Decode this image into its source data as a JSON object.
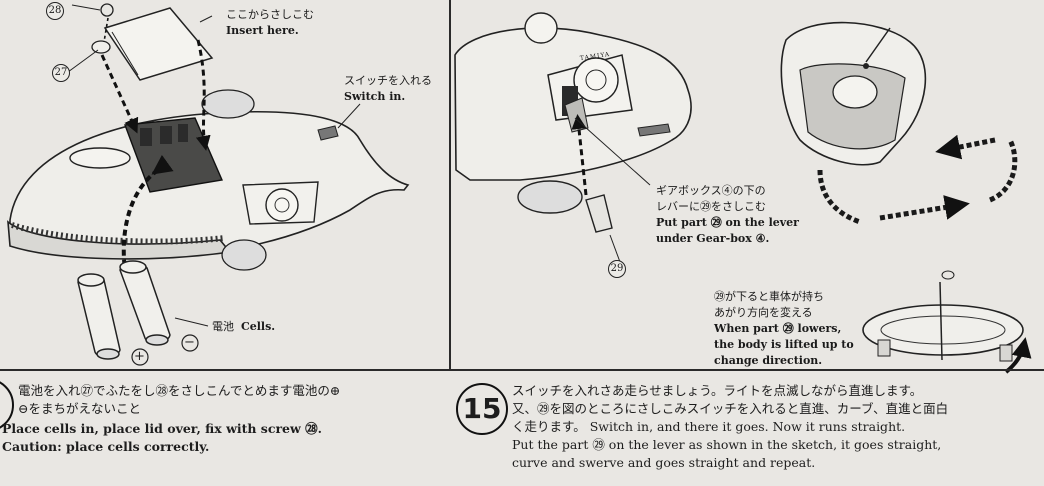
{
  "left_panel": {
    "labels": {
      "insert_jp": "ここからさしこむ",
      "insert_en": "Insert here.",
      "switch_jp": "スイッチを入れる",
      "switch_en": "Switch in.",
      "cells_jp": "電池",
      "cells_en": "Cells.",
      "plus": "+",
      "minus": "−"
    },
    "callouts": {
      "screw": "28",
      "lid": "27"
    }
  },
  "right_panel": {
    "brand": "TAMIYA",
    "gear_jp_1": "ギアボックス④の下の",
    "gear_jp_2": "レバーに㉙をさしこむ",
    "gear_en_1": "Put part ㉙ on the lever",
    "gear_en_2": "under Gear-box ④.",
    "callout_lever": "29",
    "lower_jp_1": "㉙が下ると車体が持ち",
    "lower_jp_2": "あがり方向を変える",
    "lower_en_1": "When part ㉙ lowers,",
    "lower_en_2": "the body is lifted up to",
    "lower_en_3": "change direction."
  },
  "step14": {
    "line1": "電池を入れ㉗でふたをし㉘をさしこんでとめます電池の⊕",
    "line2": "⊖をまちがえないこと",
    "line3": "Place cells in, place lid over, fix with screw ㉘.",
    "line4": "Caution: place cells correctly."
  },
  "step15": {
    "number": "15",
    "line1": "スイッチを入れさあ走らせましょう。ライトを点滅しながら直進します。",
    "line2": "又、㉙を図のところにさしこみスイッチを入れると直進、カーブ、直進と面白",
    "line3": "く走ります。  Switch in, and there it goes.  Now it runs straight.",
    "line4": "Put the part ㉙ on the lever as shown in the sketch, it goes straight,",
    "line5": "curve and swerve and goes straight and repeat."
  }
}
